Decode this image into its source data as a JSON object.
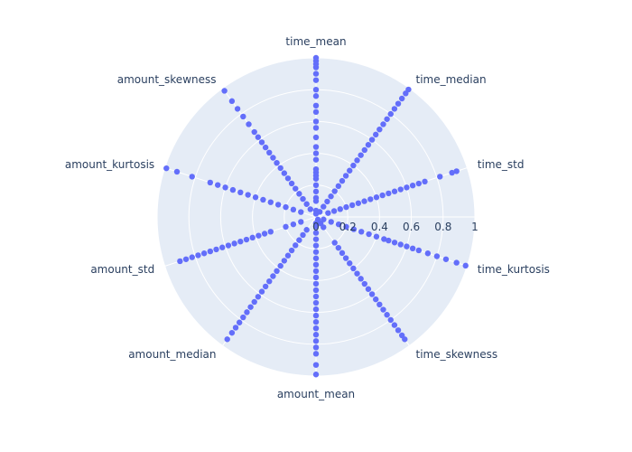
{
  "chart_data": {
    "type": "scatter",
    "subtype": "polar",
    "title": "",
    "angular_axis": {
      "categories": [
        "time_mean",
        "time_median",
        "time_std",
        "time_kurtosis",
        "time_skewness",
        "amount_mean",
        "amount_median",
        "amount_std",
        "amount_kurtosis",
        "amount_skewness"
      ],
      "direction": "clockwise",
      "rotation_deg": 90
    },
    "radial_axis": {
      "range": [
        0,
        1
      ],
      "ticks": [
        0,
        0.2,
        0.4,
        0.6,
        0.8,
        1
      ],
      "tick_labels": [
        "0",
        "0.2",
        "0.4",
        "0.6",
        "0.8",
        "1"
      ],
      "angle_deg": 0
    },
    "grid": true,
    "series": [
      {
        "color": "#636efa",
        "marker": "circle",
        "points_by_category": {
          "time_mean": [
            0.02,
            0.04,
            0.1,
            0.12,
            0.16,
            0.2,
            0.24,
            0.26,
            0.28,
            0.3,
            0.36,
            0.4,
            0.44,
            0.5,
            0.56,
            0.6,
            0.66,
            0.7,
            0.76,
            0.8,
            0.86,
            0.9,
            0.94,
            0.96,
            0.98,
            1.0
          ],
          "time_median": [
            0.04,
            0.08,
            0.12,
            0.16,
            0.2,
            0.24,
            0.28,
            0.32,
            0.36,
            0.4,
            0.44,
            0.48,
            0.52,
            0.56,
            0.6,
            0.64,
            0.68,
            0.72,
            0.76,
            0.8,
            0.84,
            0.88,
            0.92,
            0.96,
            0.99
          ],
          "time_std": [
            0.08,
            0.12,
            0.16,
            0.2,
            0.24,
            0.28,
            0.32,
            0.36,
            0.4,
            0.44,
            0.48,
            0.52,
            0.56,
            0.6,
            0.64,
            0.68,
            0.72,
            0.82,
            0.9,
            0.93
          ],
          "time_kurtosis": [
            0.05,
            0.1,
            0.15,
            0.2,
            0.25,
            0.3,
            0.35,
            0.4,
            0.45,
            0.48,
            0.52,
            0.56,
            0.6,
            0.64,
            0.68,
            0.74,
            0.8,
            0.86,
            0.93,
            0.99
          ],
          "time_skewness": [
            0.02,
            0.05,
            0.08,
            0.2,
            0.24,
            0.28,
            0.32,
            0.36,
            0.4,
            0.44,
            0.48,
            0.52,
            0.56,
            0.6,
            0.64,
            0.68,
            0.72,
            0.76,
            0.8,
            0.84,
            0.88,
            0.92,
            0.95
          ],
          "amount_mean": [
            0.04,
            0.06,
            0.1,
            0.14,
            0.18,
            0.22,
            0.26,
            0.3,
            0.34,
            0.38,
            0.42,
            0.46,
            0.5,
            0.54,
            0.58,
            0.62,
            0.66,
            0.7,
            0.74,
            0.78,
            0.82,
            0.86,
            0.93,
            0.99
          ],
          "amount_median": [
            0.1,
            0.14,
            0.18,
            0.22,
            0.26,
            0.3,
            0.34,
            0.38,
            0.42,
            0.46,
            0.5,
            0.54,
            0.58,
            0.62,
            0.66,
            0.7,
            0.74,
            0.78,
            0.82,
            0.86,
            0.9,
            0.95
          ],
          "amount_std": [
            0.1,
            0.15,
            0.2,
            0.3,
            0.34,
            0.38,
            0.42,
            0.46,
            0.5,
            0.54,
            0.58,
            0.62,
            0.66,
            0.7,
            0.74,
            0.78,
            0.82,
            0.86,
            0.9
          ],
          "amount_kurtosis": [
            0.1,
            0.15,
            0.2,
            0.25,
            0.3,
            0.35,
            0.4,
            0.45,
            0.5,
            0.55,
            0.6,
            0.65,
            0.7,
            0.82,
            0.92,
            0.99
          ],
          "amount_skewness": [
            0.06,
            0.1,
            0.14,
            0.18,
            0.22,
            0.26,
            0.3,
            0.34,
            0.38,
            0.42,
            0.46,
            0.5,
            0.54,
            0.58,
            0.62,
            0.66,
            0.72,
            0.78,
            0.84,
            0.9,
            0.98
          ]
        }
      }
    ],
    "colors": {
      "plot_background": "#e5ecf6",
      "grid": "#ffffff",
      "text": "#2a3f5f",
      "marker": "#636efa"
    }
  }
}
